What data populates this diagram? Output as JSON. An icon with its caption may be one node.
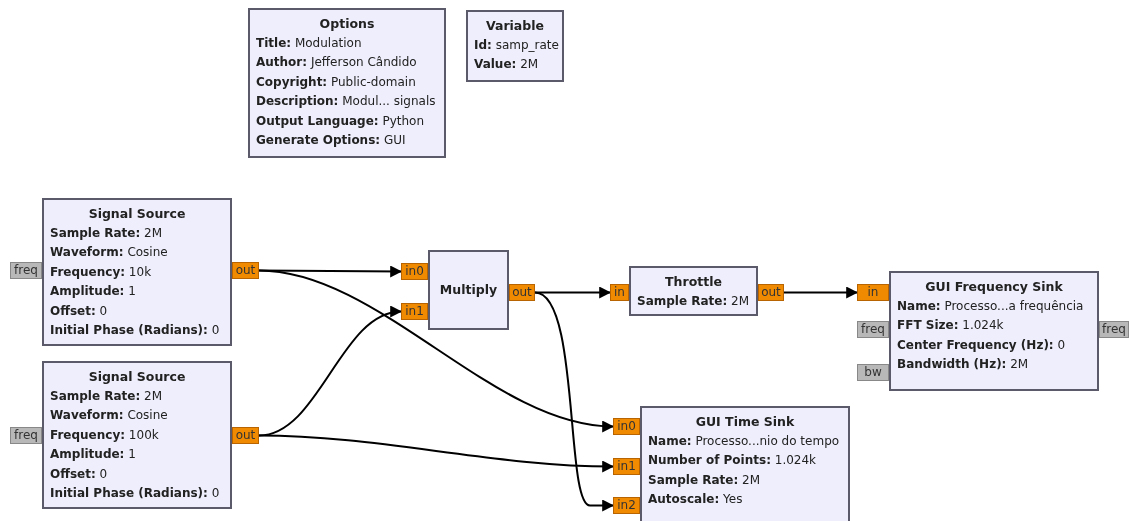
{
  "diagram": {
    "nodes": [
      {
        "text": [
          "Options",
          "**Title:** Modulation",
          "**Author:** Jefferson Cândido",
          "**Copyright:** Public-domain",
          "**Description:** Modul... signals",
          "**Output Language:** Python",
          "**Generate Options:** GUI"
        ]
      },
      {
        "text": [
          "Variable",
          "**Id:** samp_rate",
          "**Value:** 2M"
        ]
      },
      {
        "text": [
          "Signal Source",
          "**Sample Rate:** 2M",
          "**Waveform:** Cosine",
          "**Frequency:** 10k",
          "**Amplitude:** 1",
          "**Offset:** 0",
          "**Initial Phase (Radians):** 0"
        ]
      },
      {
        "text": [
          "freq"
        ]
      },
      {
        "text": [
          "out"
        ]
      },
      {
        "text": [
          "Signal Source",
          "**Sample Rate:** 2M",
          "**Waveform:** Cosine",
          "**Frequency:** 100k",
          "**Amplitude:** 1",
          "**Offset:** 0",
          "**Initial Phase (Radians):** 0"
        ]
      },
      {
        "text": [
          "freq"
        ]
      },
      {
        "text": [
          "out"
        ]
      },
      {
        "text": [
          "in0"
        ]
      },
      {
        "text": [
          "in1"
        ]
      },
      {
        "text": [
          "Multiply"
        ]
      },
      {
        "text": [
          "out"
        ]
      },
      {
        "text": [
          "in"
        ]
      },
      {
        "text": [
          "Throttle",
          "**Sample Rate:** 2M"
        ]
      },
      {
        "text": [
          "out"
        ]
      },
      {
        "text": [
          "in"
        ]
      },
      {
        "text": [
          "GUI Frequency Sink",
          "**Name:** Processo...a frequência",
          "**FFT Size:** 1.024k",
          "**Center Frequency (Hz):** 0",
          "**Bandwidth (Hz):** 2M"
        ]
      },
      {
        "text": [
          "freq"
        ]
      },
      {
        "text": [
          "bw"
        ]
      },
      {
        "text": [
          "freq"
        ]
      },
      {
        "text": [
          "in0"
        ]
      },
      {
        "text": [
          "in1"
        ]
      },
      {
        "text": [
          "in2"
        ]
      },
      {
        "text": [
          "GUI Time Sink",
          "**Name:** Processo...nio do tempo",
          "**Number of Points:** 1.024k",
          "**Sample Rate:** 2M",
          "**Autoscale:** Yes"
        ]
      }
    ],
    "edges": [
      {
        "from": 4,
        "to": 8,
        "arrow": "to"
      },
      {
        "from": 4,
        "to": 20,
        "arrow": "to"
      },
      {
        "from": 7,
        "to": 9,
        "arrow": "to"
      },
      {
        "from": 7,
        "to": 21,
        "arrow": "to"
      },
      {
        "from": 11,
        "to": 12,
        "arrow": "to"
      },
      {
        "from": 11,
        "to": 22,
        "arrow": "to"
      },
      {
        "from": 14,
        "to": 15,
        "arrow": "to"
      }
    ]
  }
}
